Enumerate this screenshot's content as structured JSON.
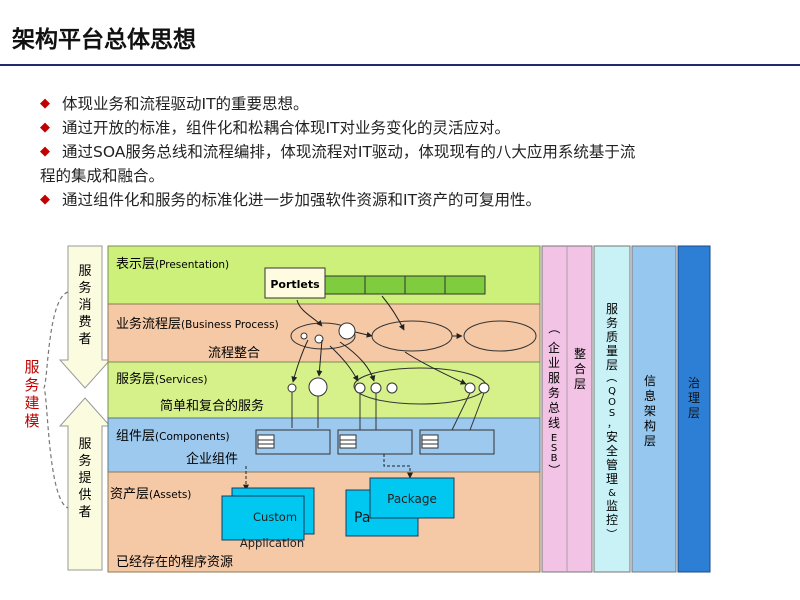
{
  "page": {
    "title": "架构平台总体思想"
  },
  "bullets": {
    "b1": "体现业务和流程驱动IT的重要思想。",
    "b2": "通过开放的标准，组件化和松耦合体现IT对业务变化的灵活应对。",
    "b3_line1": "通过SOA服务总线和流程编排，体现流程对IT驱动，体现现有的八大应用系统基于流",
    "b3_line2": "程的集成和融合。",
    "b4": "通过组件化和服务的标准化进一步加强软件资源和IT资产的可复用性。",
    "marker": "◆"
  },
  "diagram": {
    "left_labels": {
      "consumer": [
        "服",
        "务",
        "消",
        "费",
        "者"
      ],
      "provider": [
        "服",
        "务",
        "提",
        "供",
        "者"
      ],
      "modeling": [
        "服",
        "务",
        "建",
        "模"
      ]
    },
    "layers": {
      "presentation_cn": "表示层",
      "presentation_en": "(Presentation)",
      "portlets": "Portlets",
      "process_cn": "业务流程层",
      "process_en": "(Business Process)",
      "process_sub": "流程整合",
      "services_cn": "服务层",
      "services_en": "(Services)",
      "services_sub": "简单和复合的服务",
      "components_cn": "组件层",
      "components_en": "(Components)",
      "components_sub": "企业组件",
      "assets_cn": "资产层",
      "assets_en": "(Assets)",
      "assets_sub": "已经存在的程序资源",
      "custom": "Custom",
      "application": "Application",
      "package": "Package",
      "package_back": "Pa"
    },
    "columns": {
      "esb": [
        "（",
        "企",
        "业",
        "服",
        "务",
        "总",
        "线",
        "E",
        "S",
        "B",
        "）"
      ],
      "integration": [
        "整",
        "合",
        "层"
      ],
      "qos": [
        "服",
        "务",
        "质",
        "量",
        "层",
        "（",
        "Q",
        "O",
        "S",
        "，",
        "安",
        "全",
        "管",
        "理",
        "&",
        "监",
        "控",
        "）"
      ],
      "info_arch": [
        "信",
        "息",
        "架",
        "构",
        "层"
      ],
      "governance": [
        "治",
        "理",
        "层"
      ]
    },
    "colors": {
      "presentation": "#ccf07a",
      "process": "#f6c9a6",
      "services": "#d6f08a",
      "components": "#9dc9ee",
      "assets": "#f6c9a6",
      "esb": "#f3c3e6",
      "qos": "#c9f2f6",
      "info": "#96c7ee",
      "governance": "#2d7fd6",
      "accent_red": "#c00000",
      "navy_rule": "#1f2b6b",
      "box_cyan": "#00c8f0"
    }
  }
}
